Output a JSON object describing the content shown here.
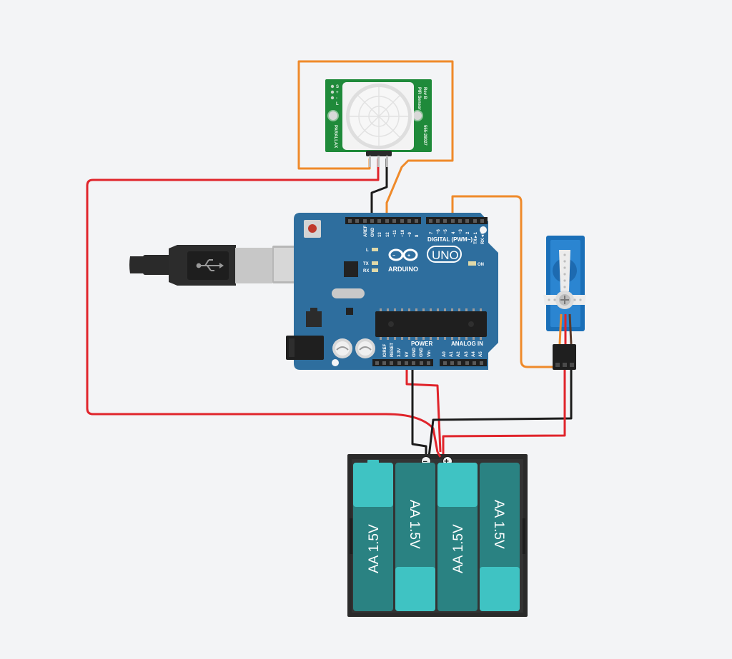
{
  "pir": {
    "brand": "PARALLAX",
    "part": "555-28027",
    "name": "PIR Sensor",
    "rev": "Rev B",
    "pins": [
      "S",
      "+",
      "-",
      "L"
    ]
  },
  "arduino": {
    "brand": "ARDUINO",
    "model": "UNO",
    "digital": "DIGITAL (PWM~)",
    "power": "POWER",
    "analog": "ANALOG IN",
    "led_l": "L",
    "led_tx": "TX",
    "led_rx": "RX",
    "led_on": "ON",
    "top_pins_left": [
      "AREF",
      "GND",
      "13",
      "12",
      "~11",
      "~10",
      "~9",
      "8"
    ],
    "top_pins_right": [
      "7",
      "~6",
      "~5",
      "4",
      "~3",
      "2",
      "TX►1",
      "RX◄0"
    ],
    "power_pins": [
      "IOREF",
      "RESET",
      "3.3V",
      "5V",
      "GND",
      "GND",
      "Vin"
    ],
    "analog_pins": [
      "A0",
      "A1",
      "A2",
      "A3",
      "A4",
      "A5"
    ]
  },
  "battery": {
    "cells": [
      "AA 1.5V",
      "AA 1.5V",
      "AA 1.5V",
      "AA 1.5V"
    ],
    "minus": "−",
    "plus": "+"
  },
  "colors": {
    "board": "#2e6e9e",
    "pir_pcb": "#1f8a3a",
    "wire_red": "#e0242b",
    "wire_orange": "#ef8a2a",
    "wire_black": "#1b1b1b",
    "battery_cell": "#2a8282",
    "battery_terminal": "#3fc3c3"
  }
}
